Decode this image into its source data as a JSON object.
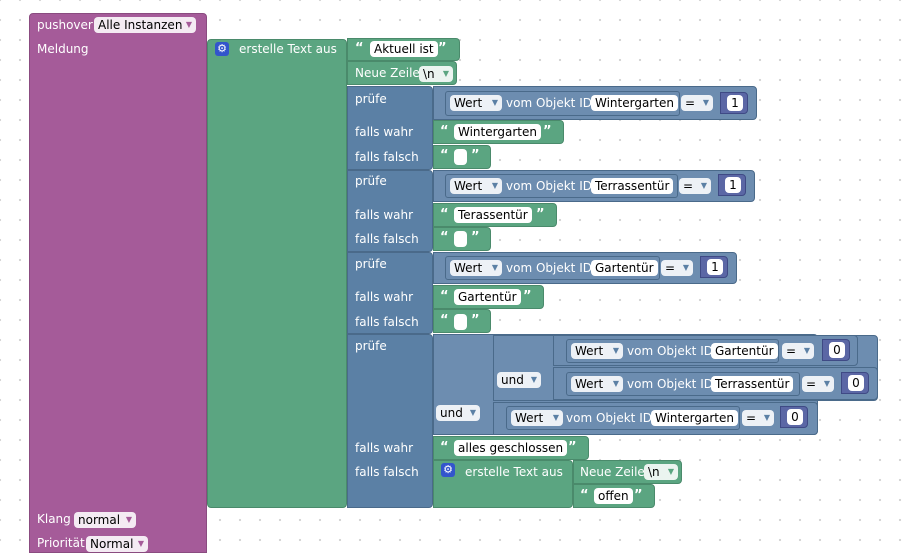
{
  "pushover": {
    "label": "pushover",
    "instance": "Alle Instanzen",
    "message_label": "Meldung",
    "sound_label": "Klang",
    "sound": "normal",
    "priority_label": "Priorität",
    "priority": "Normal"
  },
  "text_join": {
    "label": "erstelle Text aus",
    "first_text": "Aktuell ist",
    "newline_label": "Neue Zeile",
    "newline_value": "\\n"
  },
  "common": {
    "check": "prüfe",
    "if_true": "falls wahr",
    "if_false": "falls falsch",
    "value": "Wert",
    "of_object": "vom Objekt ID",
    "and": "und",
    "op_eq": "="
  },
  "checks": [
    {
      "object": "Wintergarten",
      "compare": "1",
      "true_text": "Wintergarten",
      "false_text": ""
    },
    {
      "object": "Terrassentür",
      "compare": "1",
      "true_text": "Terassentür",
      "false_text": ""
    },
    {
      "object": "Gartentür",
      "compare": "1",
      "true_text": "Gartentür",
      "false_text": ""
    }
  ],
  "final_check": {
    "cond1_object": "Gartentür",
    "cond1_compare": "0",
    "cond2_object": "Terrassentür",
    "cond2_compare": "0",
    "cond3_object": "Wintergarten",
    "cond3_compare": "0",
    "true_text": "alles geschlossen",
    "false_join_label": "erstelle Text aus",
    "false_newline_label": "Neue Zeile",
    "false_newline_value": "\\n",
    "false_text": "offen"
  },
  "colors": {
    "procedure": "#a55b99",
    "text": "#5ba581",
    "logic": "#5b80a5",
    "math": "#5b67a5",
    "workspace": "#ffffff"
  }
}
